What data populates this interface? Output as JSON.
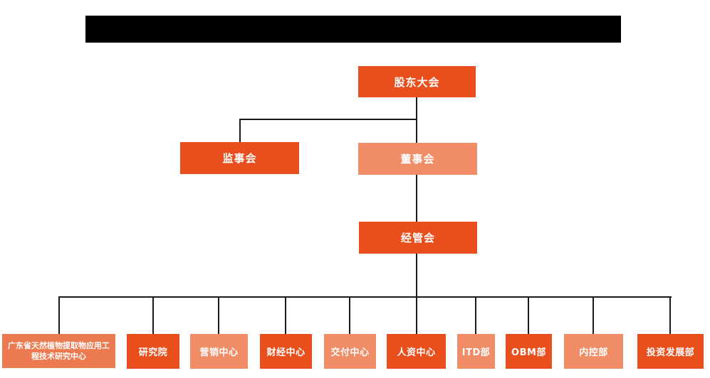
{
  "colors": {
    "primary": "#E94F1D",
    "light": "#F08C66",
    "medium": "#EC7A50",
    "line": "#1a1a1a",
    "black": "#000000",
    "text": "#ffffff"
  },
  "header": {
    "redacted_bar_color": "#000000"
  },
  "nodes": {
    "shareholders": {
      "label": "股东大会",
      "tone": "primary"
    },
    "supervisory": {
      "label": "监事会",
      "tone": "primary"
    },
    "board": {
      "label": "董事会",
      "tone": "light"
    },
    "management": {
      "label": "经管会",
      "tone": "primary"
    },
    "departments": [
      {
        "label": "广东省天然植物提取物应用工程技术研究中心",
        "tone": "medium"
      },
      {
        "label": "研究院",
        "tone": "primary"
      },
      {
        "label": "营销中心",
        "tone": "light"
      },
      {
        "label": "财经中心",
        "tone": "primary"
      },
      {
        "label": "交付中心",
        "tone": "light"
      },
      {
        "label": "人资中心",
        "tone": "primary"
      },
      {
        "label": "ITD部",
        "tone": "light"
      },
      {
        "label": "OBM部",
        "tone": "primary"
      },
      {
        "label": "内控部",
        "tone": "light"
      },
      {
        "label": "投资发展部",
        "tone": "primary"
      }
    ]
  }
}
